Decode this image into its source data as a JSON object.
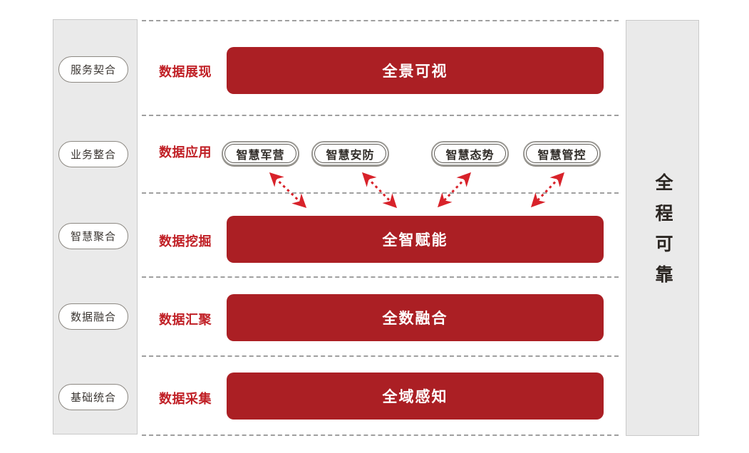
{
  "left_rail": {
    "items": [
      {
        "label": "服务契合"
      },
      {
        "label": "业务整合"
      },
      {
        "label": "智慧聚合"
      },
      {
        "label": "数据融合"
      },
      {
        "label": "基础统合"
      }
    ]
  },
  "right_rail": {
    "label": "全程可靠"
  },
  "rows": [
    {
      "label": "数据展现",
      "bar_label": "全景可视"
    },
    {
      "label": "数据应用",
      "apps": [
        {
          "label": "智慧军营"
        },
        {
          "label": "智慧安防"
        },
        {
          "label": "智慧态势"
        },
        {
          "label": "智慧管控"
        }
      ]
    },
    {
      "label": "数据挖掘",
      "bar_label": "全智赋能"
    },
    {
      "label": "数据汇聚",
      "bar_label": "全数融合"
    },
    {
      "label": "数据采集",
      "bar_label": "全域感知"
    }
  ],
  "colors": {
    "bar_red": "#ab1f24",
    "label_red": "#c01f25",
    "arrow_red": "#d8222a",
    "rail_bg": "#eaeaea",
    "rail_border": "#c9c9c9",
    "divider_gray": "#9f9f9f",
    "pill_outer_ring": "#9a9893",
    "pill_inner_ring": "#5d5a55"
  }
}
